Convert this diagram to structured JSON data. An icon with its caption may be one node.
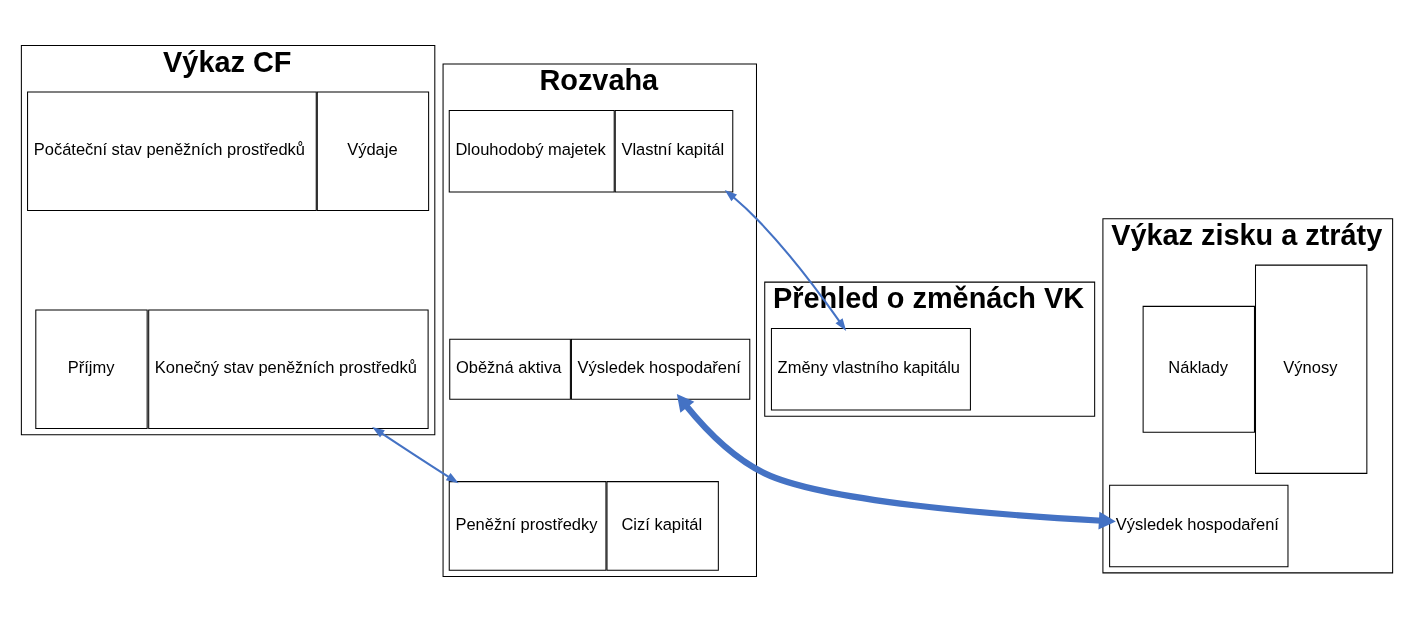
{
  "diagram": {
    "nodes": [
      {
        "text": [
          "Výkaz CF"
        ]
      },
      {
        "text": [
          "Počáteční stav peněžních prostředků"
        ],
        "in": 0
      },
      {
        "text": [
          "Příjmy"
        ],
        "in": 0
      },
      {
        "text": [
          "Výdaje"
        ],
        "in": 0
      },
      {
        "text": [
          "Konečný stav peněžních prostředků"
        ],
        "in": 0
      },
      {
        "text": [
          "Rozvaha"
        ]
      },
      {
        "text": [
          "Dlouhodobý majetek"
        ],
        "in": 5
      },
      {
        "text": [
          "Oběžná aktiva"
        ],
        "in": 5
      },
      {
        "text": [
          "Peněžní prostředky"
        ],
        "in": 5
      },
      {
        "text": [
          "Vlastní kapitál"
        ],
        "in": 5
      },
      {
        "text": [
          "Výsledek hospodaření"
        ],
        "in": 5
      },
      {
        "text": [
          "Cizí kapitál"
        ],
        "in": 5
      },
      {
        "text": [
          "Přehled o změnách VK"
        ]
      },
      {
        "text": [
          "Změny vlastního kapitálu"
        ],
        "in": 12
      },
      {
        "text": [
          "Výkaz zisku a ztráty"
        ]
      },
      {
        "text": [
          "Náklady"
        ],
        "in": 14
      },
      {
        "text": [
          "Výsledek hospodaření"
        ],
        "in": 14
      },
      {
        "text": [
          "Výnosy"
        ],
        "in": 14
      }
    ],
    "edges": [
      {
        "from": 4,
        "to": 8,
        "arrow": "both"
      },
      {
        "from": 9,
        "to": 13,
        "arrow": "both"
      },
      {
        "from": 10,
        "to": 16,
        "arrow": "both",
        "style": "thick"
      }
    ]
  }
}
